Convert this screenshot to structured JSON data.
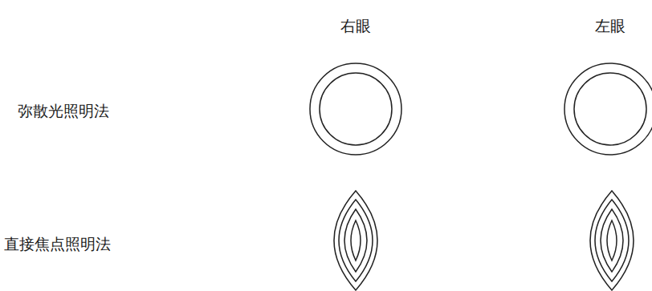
{
  "diagram": {
    "labels": [
      "右眼",
      "左眼",
      "弥散光照明法",
      "直接焦点照明法"
    ]
  }
}
